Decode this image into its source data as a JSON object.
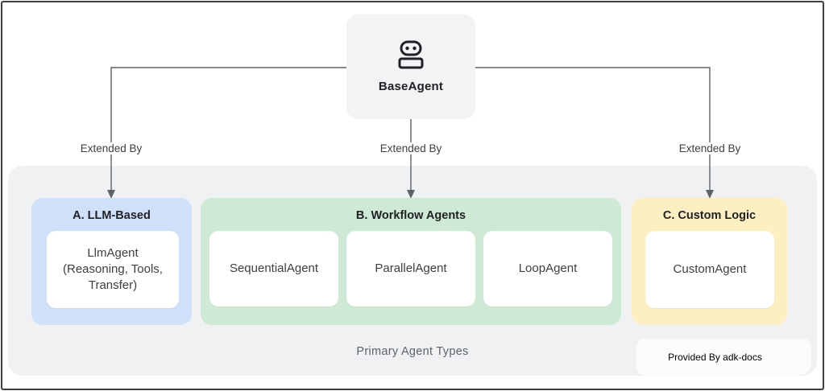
{
  "root_agent": {
    "label": "BaseAgent",
    "icon": "robot-icon"
  },
  "edge_label": "Extended By",
  "categories": [
    {
      "title": "A. LLM-Based",
      "color": "#cfe0fa",
      "agents": [
        {
          "name": "LlmAgent",
          "detail": "(Reasoning, Tools, Transfer)"
        }
      ]
    },
    {
      "title": "B. Workflow Agents",
      "color": "#ceead6",
      "agents": [
        {
          "name": "SequentialAgent"
        },
        {
          "name": "ParallelAgent"
        },
        {
          "name": "LoopAgent"
        }
      ]
    },
    {
      "title": "C. Custom Logic",
      "color": "#feefc3",
      "agents": [
        {
          "name": "CustomAgent"
        }
      ]
    }
  ],
  "caption": "Primary Agent Types",
  "credit": "Provided By adk-docs",
  "colors": {
    "panel": "#eff1f3",
    "base_card": "#f1f3f4",
    "line": "#5f6368",
    "title_text": "#202124",
    "body_text": "#3c4043",
    "caption_text": "#5f6368",
    "frame_border": "#3d3d3d"
  }
}
